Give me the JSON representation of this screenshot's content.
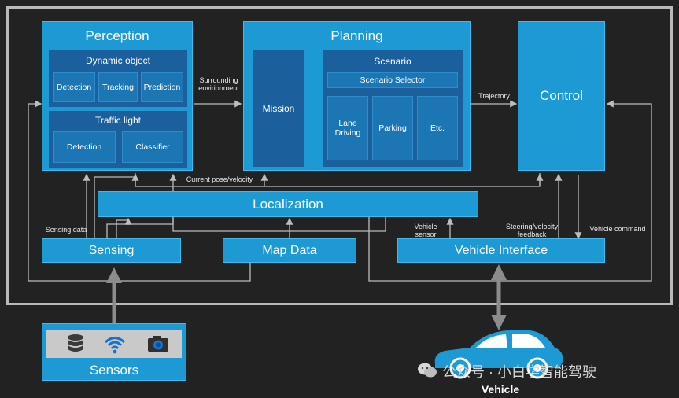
{
  "perception": {
    "title": "Perception",
    "dynamic_object": "Dynamic object",
    "detection": "Detection",
    "tracking": "Tracking",
    "prediction": "Prediction",
    "traffic_light": "Traffic light",
    "tl_detection": "Detection",
    "classifier": "Classifier"
  },
  "planning": {
    "title": "Planning",
    "mission": "Mission",
    "scenario": "Scenario",
    "scenario_selector": "Scenario Selector",
    "lane_driving": "Lane Driving",
    "parking": "Parking",
    "etc": "Etc."
  },
  "control": {
    "title": "Control"
  },
  "localization": {
    "title": "Localization"
  },
  "sensing": {
    "title": "Sensing"
  },
  "map_data": {
    "title": "Map Data"
  },
  "vehicle_interface": {
    "title": "Vehicle Interface"
  },
  "sensors": {
    "title": "Sensors"
  },
  "vehicle": {
    "title": "Vehicle"
  },
  "labels": {
    "surrounding": "Surrounding envirionment",
    "trajectory": "Trajectory",
    "current_pose": "Current pose/velocity",
    "sensing_data": "Sensing data",
    "vehicle_sensor": "Vehicle sensor",
    "steering_feedback": "Steering/velocity feedback",
    "vehicle_command": "Vehicle command"
  },
  "watermark": "公众号 · 小白学智能驾驶",
  "icons": [
    "database-icon",
    "wifi-icon",
    "camera-icon",
    "car-icon",
    "wechat-icon"
  ],
  "colors": {
    "background": "#222222",
    "block": "#1d9ad4",
    "inner_block": "#1b5f9c",
    "frame": "#b9b9b9",
    "arrow": "#8c8c8c"
  }
}
